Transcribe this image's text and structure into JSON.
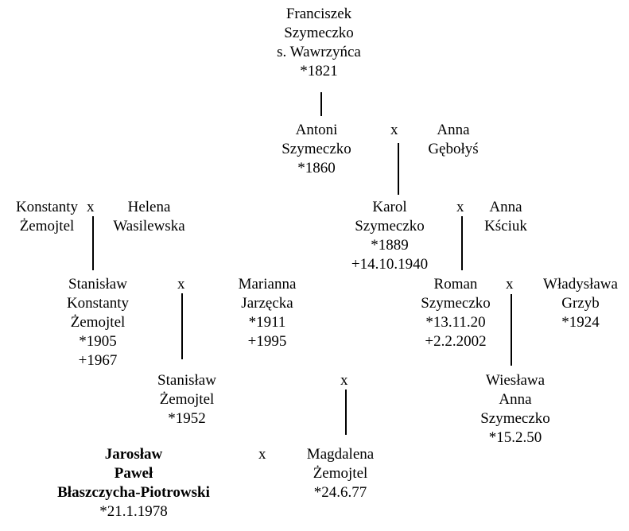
{
  "people": {
    "franciszek": {
      "lines": [
        "Franciszek",
        "Szymeczko",
        "s. Wawrzyńca",
        "*1821"
      ]
    },
    "antoni": {
      "lines": [
        "Antoni",
        "Szymeczko",
        "*1860"
      ]
    },
    "anna_g": {
      "lines": [
        "Anna",
        "Gębołyś"
      ]
    },
    "konstanty": {
      "lines": [
        "Konstanty",
        "Żemojtel"
      ]
    },
    "helena": {
      "lines": [
        "Helena",
        "Wasilewska"
      ]
    },
    "karol": {
      "lines": [
        "Karol",
        "Szymeczko",
        "*1889",
        "+14.10.1940"
      ]
    },
    "anna_k": {
      "lines": [
        "Anna",
        "Kściuk"
      ]
    },
    "stanislaw_k": {
      "lines": [
        "Stanisław",
        "Konstanty",
        "Żemojtel",
        "*1905",
        "+1967"
      ]
    },
    "marianna": {
      "lines": [
        "Marianna",
        "Jarzęcka",
        "*1911",
        "+1995"
      ]
    },
    "roman": {
      "lines": [
        "Roman",
        "Szymeczko",
        "*13.11.20",
        "+2.2.2002"
      ]
    },
    "wladyslawa": {
      "lines": [
        "Władysława",
        "Grzyb",
        "*1924"
      ]
    },
    "stanislaw_z": {
      "lines": [
        "Stanisław",
        "Żemojtel",
        "*1952"
      ]
    },
    "wieslawa": {
      "lines": [
        "Wiesława",
        "Anna",
        "Szymeczko",
        "*15.2.50"
      ]
    },
    "jaroslaw": {
      "lines": [
        "Jarosław",
        "Paweł",
        "Błaszczycha-Piotrowski",
        "*21.1.1978"
      ]
    },
    "magdalena": {
      "lines": [
        "Magdalena",
        "Żemojtel",
        "*24.6.77"
      ]
    }
  },
  "marriage_symbol": "x"
}
